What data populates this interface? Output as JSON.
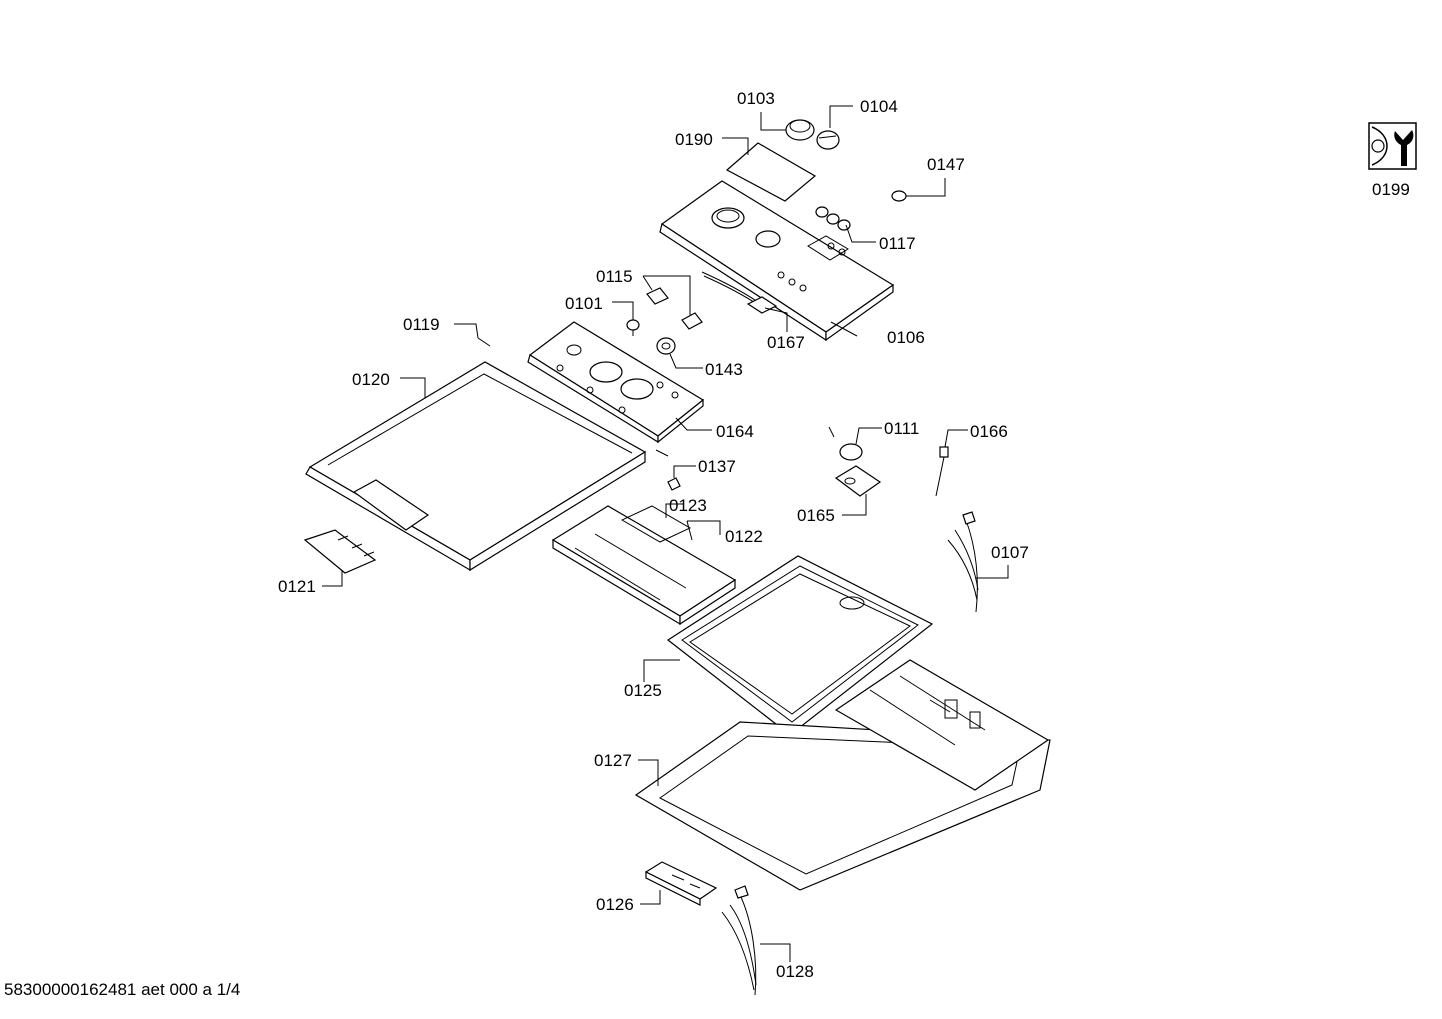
{
  "drawing_number": "58300000162481 aet 000 a 1/4",
  "service_symbol": {
    "icon": "wrench-tool-icon",
    "label": "0199"
  },
  "parts": {
    "p0103": "0103",
    "p0104": "0104",
    "p0190": "0190",
    "p0147": "0147",
    "p0117": "0117",
    "p0115": "0115",
    "p0101": "0101",
    "p0167": "0167",
    "p0106": "0106",
    "p0119": "0119",
    "p0143": "0143",
    "p0120": "0120",
    "p0164": "0164",
    "p0111": "0111",
    "p0166": "0166",
    "p0137": "0137",
    "p0165": "0165",
    "p0123": "0123",
    "p0122": "0122",
    "p0107": "0107",
    "p0121": "0121",
    "p0125": "0125",
    "p0127": "0127",
    "p0126": "0126",
    "p0128": "0128"
  }
}
